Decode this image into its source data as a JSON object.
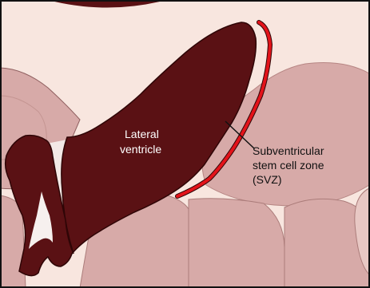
{
  "labels": {
    "ventricle_line1": "Lateral",
    "ventricle_line2": "ventricle",
    "svz_line1": "Subventricular",
    "svz_line2": "stem cell zone",
    "svz_line3": "(SVZ)"
  },
  "colors": {
    "background": "#f8e6df",
    "tissue": "#d7aaa8",
    "tissue_dark": "#8f5f5f",
    "ventricle": "#5a1114",
    "ventricle_edge": "#2e0506",
    "svz": "#e3131a",
    "frame": "#111111",
    "text_light": "#ffffff",
    "text_dark": "#111111"
  }
}
